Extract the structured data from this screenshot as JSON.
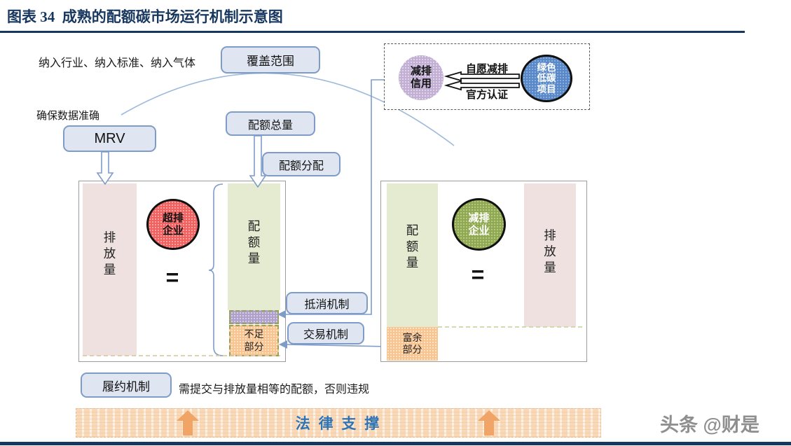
{
  "page": {
    "title": "图表 34  成熟的配额碳市场运行机制示意图",
    "watermark": "头条 @财是"
  },
  "coverage": {
    "note": "纳入行业、纳入标准、纳入气体",
    "label": "覆盖范围"
  },
  "mrv": {
    "note": "确保数据准确",
    "label": "MRV"
  },
  "quota": {
    "total": "配额总量",
    "allocation": "配额分配"
  },
  "credit_panel": {
    "credit_circle": "减排\n信用",
    "upper_arrow": "自愿减排",
    "lower_arrow": "官方认证",
    "project_circle": "绿色\n低碳\n项目"
  },
  "left_company": {
    "emission_bar": "排\n放\n量",
    "company_circle": "超排\n企业",
    "equals": "=",
    "quota_bar": "配\n额\n量",
    "shortfall": "不足\n部分"
  },
  "right_company": {
    "quota_bar": "配\n额\n量",
    "company_circle": "减排\n企业",
    "equals": "=",
    "emission_bar": "排\n放\n量",
    "surplus": "富余\n部分"
  },
  "mechanisms": {
    "offset": "抵消机制",
    "trade": "交易机制",
    "compliance": "履约机制",
    "compliance_note": "需提交与排放量相等的配额，否则违规",
    "legal_support": "法 律 支 撑"
  },
  "colors": {
    "navy": "#17375E",
    "box_border": "#7F9CC9",
    "box_fill": "#DFE6F1",
    "line_blue": "#9FB9DC",
    "pink_bar": "#EFE1E0",
    "green_bar": "#E5EBD1",
    "red_circle": "#F2615F",
    "olive_circle": "#8FA94F",
    "purple_circle": "#C2AFD3",
    "blue_circle": "#5988C8",
    "purple_band": "#AFA0CB",
    "orange_section": "#F8C591",
    "legal_text": "#2E74B5",
    "legal_arrow": "#F0A566"
  }
}
